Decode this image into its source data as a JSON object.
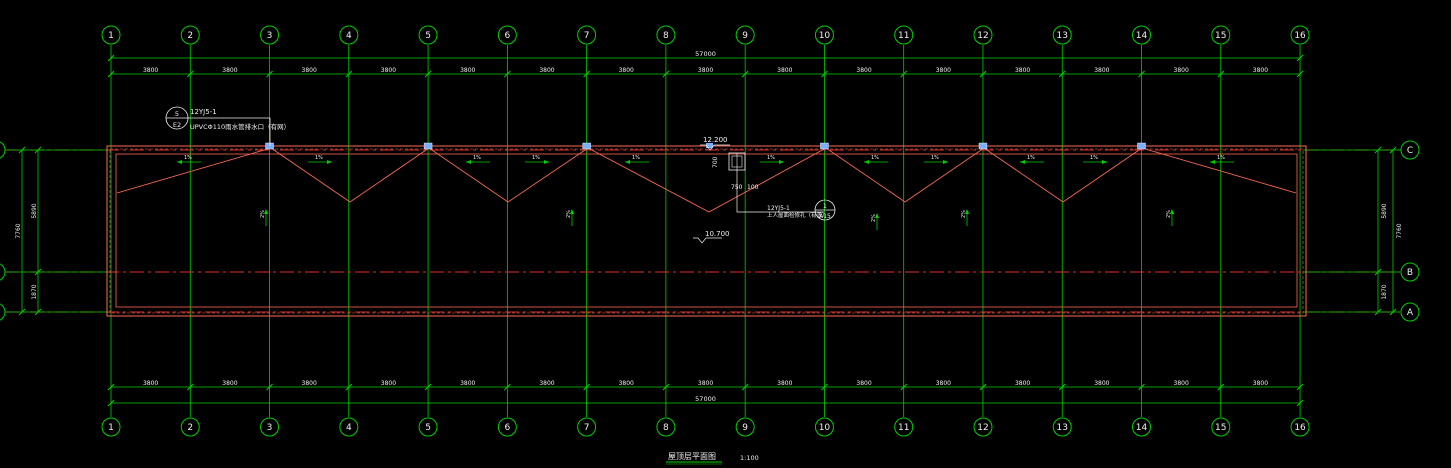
{
  "axes_top": [
    "1",
    "2",
    "3",
    "4",
    "5",
    "6",
    "7",
    "8",
    "9",
    "10",
    "11",
    "12",
    "13",
    "14",
    "15",
    "16"
  ],
  "axes_bottom": [
    "1",
    "2",
    "3",
    "4",
    "5",
    "6",
    "7",
    "8",
    "9",
    "10",
    "11",
    "12",
    "13",
    "14",
    "15",
    "16"
  ],
  "axes_right": [
    "C",
    "B",
    "A"
  ],
  "bay_dims_top": [
    "3800",
    "3800",
    "3800",
    "3800",
    "3800",
    "3800",
    "3800",
    "3800",
    "3800",
    "3800",
    "3800",
    "3800",
    "3800",
    "3800",
    "3800"
  ],
  "bay_dims_bottom": [
    "3800",
    "3800",
    "3800",
    "3800",
    "3800",
    "3800",
    "3800",
    "3800",
    "3800",
    "3800",
    "3800",
    "3800",
    "3800",
    "3800",
    "3800"
  ],
  "total_dim_top": "57000",
  "total_dim_bottom": "57000",
  "left_dims": {
    "total": "7760",
    "upper": "5890",
    "lower": "1870"
  },
  "right_dims": {
    "total": "7760",
    "upper": "5890",
    "lower": "1870"
  },
  "drain_note": {
    "bubble_top": "5",
    "bubble_bottom": "E2",
    "ref": "12YJ5-1",
    "text": "UPVCΦ110雨水管排水口（有网）"
  },
  "elev_top": "12.200",
  "elev_bottom": "10.700",
  "hatch_dim_h": "700",
  "hatch_dim_w": "750",
  "hatch_dim_w2": "100",
  "hatch_note": {
    "ref": "12YJ5-1",
    "text": "上人屋面检修孔（有盖）",
    "bubble_top": "1",
    "bubble_bottom": "A15"
  },
  "slope_label": "1%",
  "slope_label_v": "2%",
  "drawing_title": "屋顶层平面图",
  "drawing_scale": "1:100",
  "colors": {
    "grid": "#00d000",
    "axis": "#e03030",
    "roof": "#ff6a55",
    "text": "#f0f0f0",
    "drain": "#7ab0ff",
    "bg": "#000000"
  }
}
